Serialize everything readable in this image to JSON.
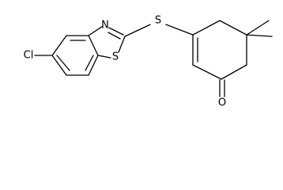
{
  "molecule": {
    "atoms": {
      "chlorine": "Cl",
      "thiazole_nitrogen": "N",
      "thiazole_sulfur": "S",
      "thioether_sulfur": "S",
      "ketone_oxygen": "O"
    },
    "colors": {
      "bond": "#000000",
      "label": "#000000",
      "background": "#ffffff"
    }
  }
}
